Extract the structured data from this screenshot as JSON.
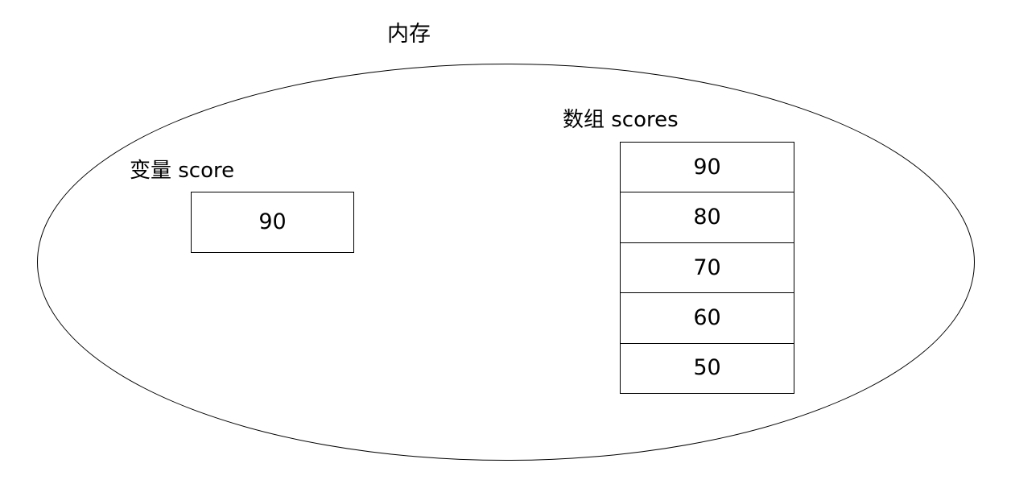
{
  "diagram": {
    "title": "内存",
    "ellipse": {
      "label": "memory-region"
    },
    "variable": {
      "label": "变量 score",
      "value": "90"
    },
    "array": {
      "label": "数组 scores",
      "values": [
        "90",
        "80",
        "70",
        "60",
        "50"
      ]
    },
    "colors": {
      "stroke": "#000000",
      "background": "#ffffff",
      "text": "#000000"
    }
  }
}
